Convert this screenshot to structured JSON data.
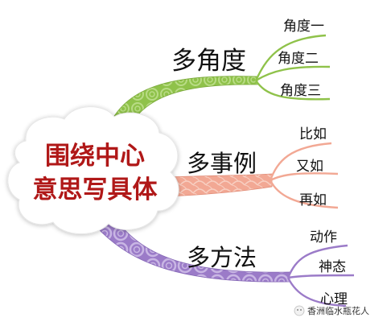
{
  "center": {
    "line1": "围绕中心",
    "line2": "意思写具体"
  },
  "branches": [
    {
      "label": "多角度",
      "color": "#8fc24a",
      "subs": [
        "角度一",
        "角度二",
        "角度三"
      ]
    },
    {
      "label": "多事例",
      "color": "#f2a894",
      "subs": [
        "比如",
        "又如",
        "再如"
      ]
    },
    {
      "label": "多方法",
      "color": "#9b7bc8",
      "subs": [
        "动作",
        "神态",
        "心理"
      ]
    }
  ],
  "watermark": {
    "text": "香洲临水瓶花人"
  }
}
